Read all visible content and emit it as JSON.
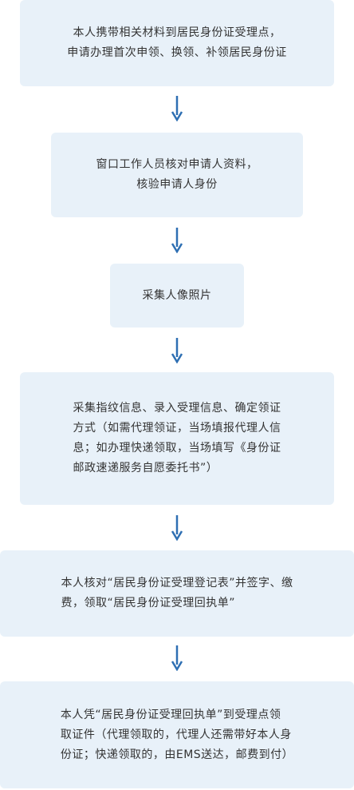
{
  "flow": {
    "steps": [
      {
        "lines": [
          "本人携带相关材料到居民身份证受理点，",
          "申请办理首次申领、换领、补领居民身份证"
        ]
      },
      {
        "lines": [
          "窗口工作人员核对申请人资料，",
          "核验申请人身份"
        ]
      },
      {
        "lines": [
          "采集人像照片"
        ]
      },
      {
        "lines": [
          "采集指纹信息、录入受理信息、确定领证",
          "方式（如需代理领证，当场填报代理人信",
          "息；如办理快递领取，当场填写《身份证",
          "邮政速递服务自愿委托书”）"
        ]
      },
      {
        "lines": [
          "本人核对“居民身份证受理登记表”并签字、缴",
          "费，领取“居民身份证受理回执单”"
        ]
      },
      {
        "lines": [
          "本人凭“居民身份证受理回执单”到受理点领",
          "取证件（代理领取的，代理人还需带好本人身",
          "份证；快递领取的，由EMS送达，邮费到付）"
        ]
      }
    ]
  },
  "colors": {
    "box": "#e8f1f9",
    "arrow": "#2e6fb3",
    "text": "#333333"
  }
}
